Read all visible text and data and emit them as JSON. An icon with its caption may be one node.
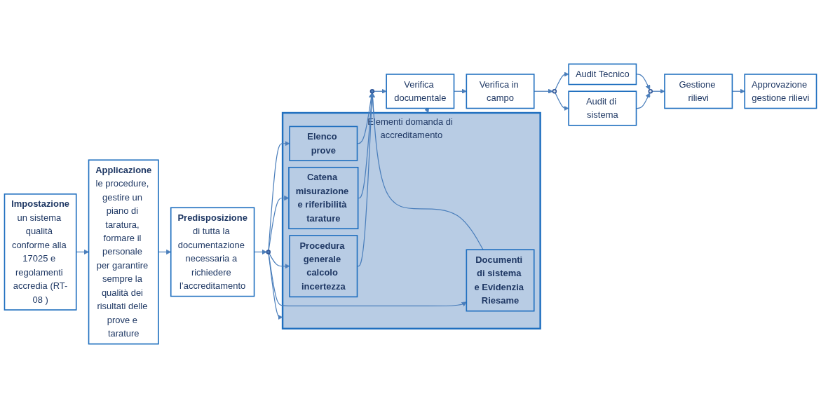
{
  "diagram": {
    "nodes": [
      {
        "text": [
          "Impostazione",
          "un sistema qualità conforme alla 17025 e regolamenti accredia (RT-08 )"
        ]
      },
      {
        "text": [
          "Applicazione",
          "le procedure, gestire un piano di taratura, formare il personale per garantire sempre la qualità dei risultati delle prove e tarature"
        ]
      },
      {
        "text": [
          "Predisposizione",
          "di tutta la documentazione necessaria a richiedere l’accreditamento"
        ]
      },
      {
        "text": [
          "Elementi domanda di accreditamento"
        ]
      },
      {
        "text": [
          "Elenco prove"
        ],
        "in": 3
      },
      {
        "text": [
          "Catena misurazione e riferibilità tarature"
        ],
        "in": 3
      },
      {
        "text": [
          "Procedura generale calcolo incertezza"
        ],
        "in": 3
      },
      {
        "text": [
          "Documenti di sistema e Evidenzia Riesame"
        ],
        "in": 3
      },
      {
        "text": [],
        "shape": "circle"
      },
      {
        "text": [],
        "shape": "circle"
      },
      {
        "text": [
          "Verifica documentale"
        ]
      },
      {
        "text": [
          "Verifica in campo"
        ]
      },
      {
        "text": [],
        "shape": "circle"
      },
      {
        "text": [
          "Audit Tecnico"
        ]
      },
      {
        "text": [
          "Audit di sistema"
        ]
      },
      {
        "text": [],
        "shape": "circle"
      },
      {
        "text": [
          "Gestione rilievi"
        ]
      },
      {
        "text": [
          "Approvazione gestione rilievi"
        ]
      }
    ],
    "edges": [
      {
        "from": 0,
        "to": 1,
        "arrow": "to"
      },
      {
        "from": 1,
        "to": 2,
        "arrow": "to"
      },
      {
        "from": 2,
        "to": 8,
        "arrow": "to"
      },
      {
        "from": 8,
        "to": 4,
        "arrow": "to"
      },
      {
        "from": 8,
        "to": 5,
        "arrow": "to"
      },
      {
        "from": 8,
        "to": 6,
        "arrow": "to"
      },
      {
        "from": 8,
        "to": 3,
        "arrow": "to"
      },
      {
        "from": 8,
        "to": 7,
        "arrow": "to"
      },
      {
        "from": 4,
        "to": 9,
        "arrow": "to"
      },
      {
        "from": 5,
        "to": 9,
        "arrow": "to"
      },
      {
        "from": 6,
        "to": 9,
        "arrow": "to"
      },
      {
        "from": 3,
        "to": 9,
        "arrow": "to"
      },
      {
        "from": 7,
        "to": 9,
        "arrow": "to"
      },
      {
        "from": 9,
        "to": 10,
        "arrow": "to"
      },
      {
        "from": 10,
        "to": 3,
        "arrow": "to"
      },
      {
        "from": 10,
        "to": 11,
        "arrow": "to"
      },
      {
        "from": 11,
        "to": 12,
        "arrow": "to"
      },
      {
        "from": 12,
        "to": 13,
        "arrow": "to"
      },
      {
        "from": 12,
        "to": 14,
        "arrow": "to"
      },
      {
        "from": 13,
        "to": 15,
        "arrow": "to"
      },
      {
        "from": 14,
        "to": 15,
        "arrow": "to"
      },
      {
        "from": 15,
        "to": 16,
        "arrow": "to"
      },
      {
        "from": 16,
        "to": 17,
        "arrow": "to"
      }
    ]
  }
}
